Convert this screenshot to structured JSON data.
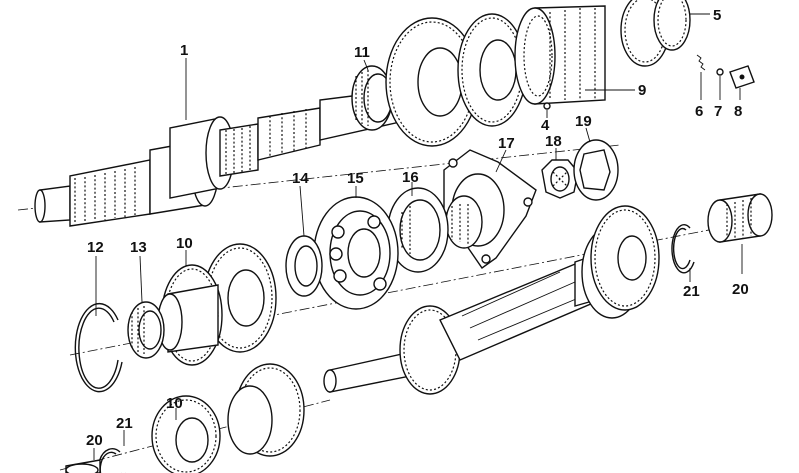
{
  "callouts": {
    "c1": "1",
    "c4": "4",
    "c5": "5",
    "c6": "6",
    "c7": "7",
    "c8": "8",
    "c9": "9",
    "c10a": "10",
    "c10b": "10",
    "c11": "11",
    "c12": "12",
    "c13": "13",
    "c14": "14",
    "c15": "15",
    "c16": "16",
    "c17": "17",
    "c18": "18",
    "c19": "19",
    "c20a": "20",
    "c20b": "20",
    "c21a": "21",
    "c21b": "21"
  }
}
